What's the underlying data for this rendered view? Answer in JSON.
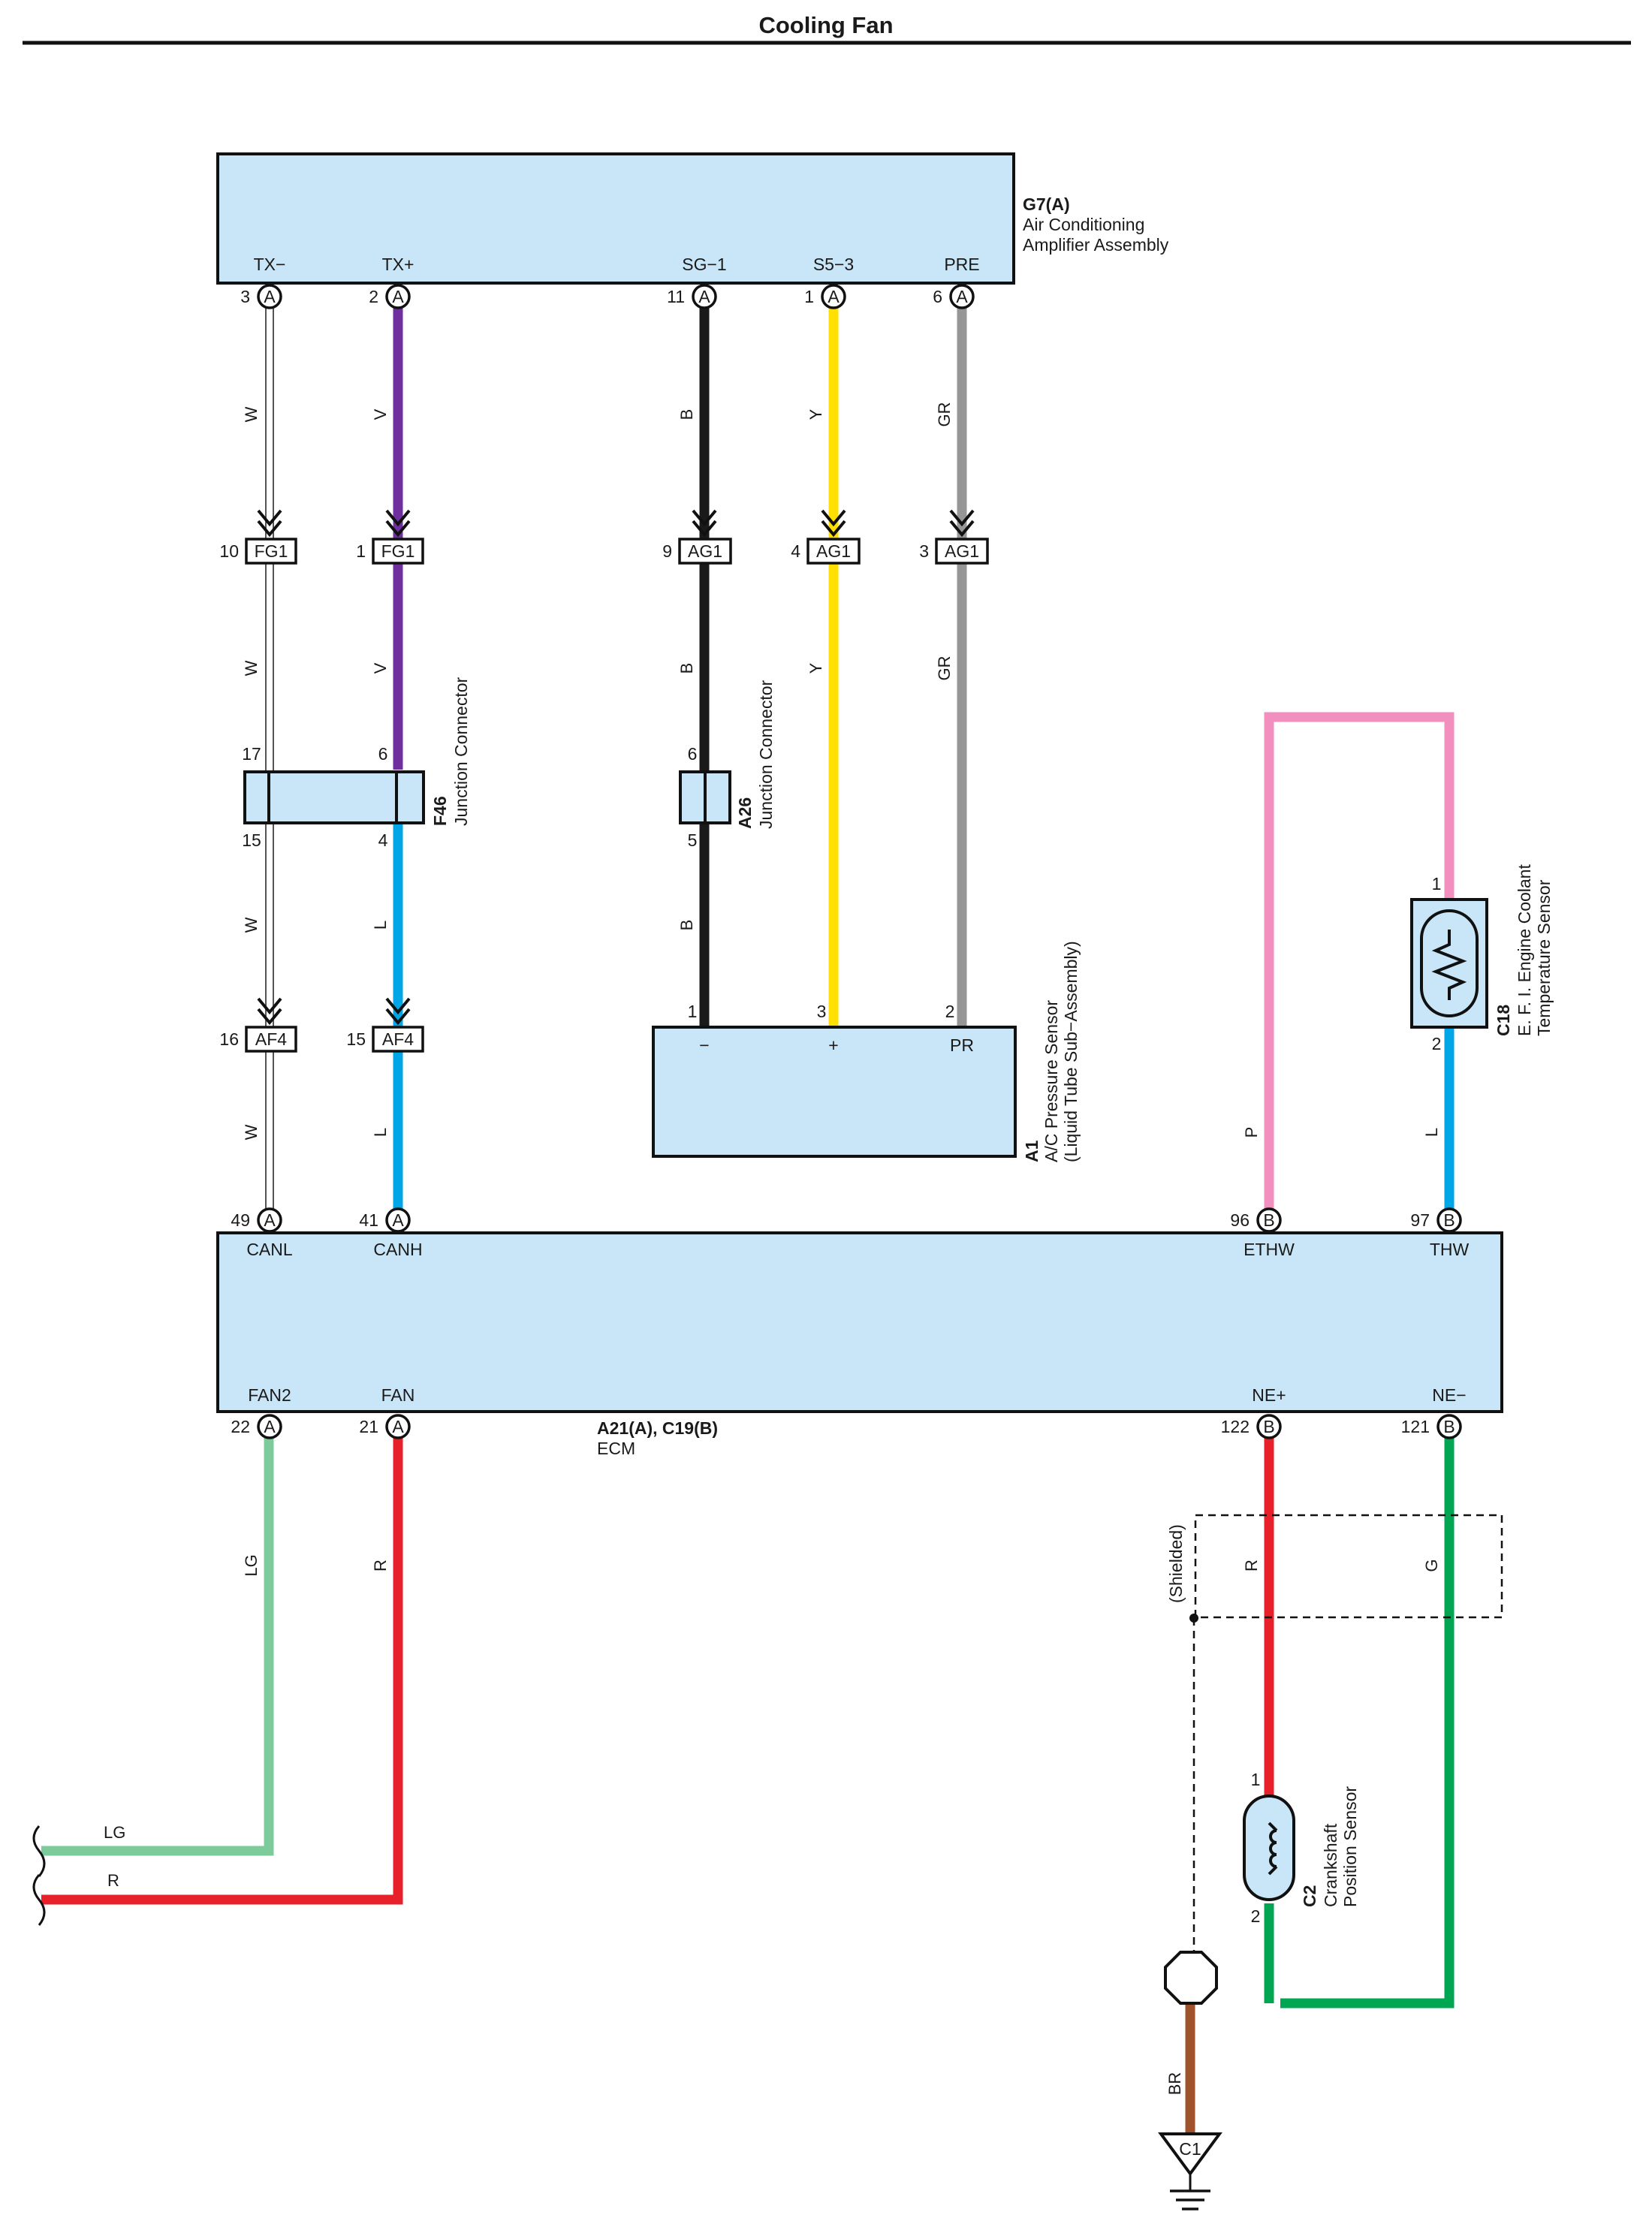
{
  "title": "Cooling Fan",
  "components": {
    "amplifier": {
      "code": "G7(A)",
      "name_line1": "Air Conditioning",
      "name_line2": "Amplifier Assembly",
      "terminals": [
        {
          "pin": "3",
          "tag": "A",
          "signal": "TX−"
        },
        {
          "pin": "2",
          "tag": "A",
          "signal": "TX+"
        },
        {
          "pin": "11",
          "tag": "A",
          "signal": "SG−1"
        },
        {
          "pin": "1",
          "tag": "A",
          "signal": "S5−3"
        },
        {
          "pin": "6",
          "tag": "A",
          "signal": "PRE"
        }
      ]
    },
    "fg1": {
      "label": "FG1",
      "pins": [
        "10",
        "1"
      ]
    },
    "ag1": {
      "label": "AG1",
      "pins": [
        "9",
        "4",
        "3"
      ]
    },
    "f46": {
      "code": "F46",
      "name": "Junction Connector",
      "pins_top": [
        "17",
        "6"
      ],
      "pins_bottom": [
        "15",
        "4"
      ]
    },
    "a26": {
      "code": "A26",
      "name": "Junction Connector",
      "pin_top": "6",
      "pin_bottom": "5"
    },
    "af4": {
      "label": "AF4",
      "pins": [
        "16",
        "15"
      ]
    },
    "a1": {
      "code": "A1",
      "name_line1": "A/C Pressure Sensor",
      "name_line2": "(Liquid Tube Sub−Assembly)",
      "terminals": [
        {
          "pin": "1",
          "signal": "−"
        },
        {
          "pin": "3",
          "signal": "+"
        },
        {
          "pin": "2",
          "signal": "PR"
        }
      ]
    },
    "c18": {
      "code": "C18",
      "name_line1": "E. F. I.  Engine Coolant",
      "name_line2": "Temperature Sensor",
      "pins": [
        "1",
        "2"
      ]
    },
    "ecm": {
      "code": "A21(A), C19(B)",
      "name": "ECM",
      "top_terminals": [
        {
          "pin": "49",
          "tag": "A",
          "signal": "CANL"
        },
        {
          "pin": "41",
          "tag": "A",
          "signal": "CANH"
        },
        {
          "pin": "96",
          "tag": "B",
          "signal": "ETHW"
        },
        {
          "pin": "97",
          "tag": "B",
          "signal": "THW"
        }
      ],
      "bottom_terminals": [
        {
          "pin": "22",
          "tag": "A",
          "signal": "FAN2"
        },
        {
          "pin": "21",
          "tag": "A",
          "signal": "FAN"
        },
        {
          "pin": "122",
          "tag": "B",
          "signal": "NE+"
        },
        {
          "pin": "121",
          "tag": "B",
          "signal": "NE−"
        }
      ]
    },
    "c2": {
      "code": "C2",
      "name_line1": "Crankshaft",
      "name_line2": "Position Sensor",
      "pins": [
        "1",
        "2"
      ]
    },
    "shield": {
      "label": "(Shielded)"
    },
    "ground": {
      "label": "C1"
    }
  },
  "wire_colors": {
    "W": "#ffffff",
    "V": "#6f2f9e",
    "B": "#1a1a1a",
    "Y": "#ffe000",
    "GR": "#969696",
    "L": "#00a6e6",
    "P": "#f28fbf",
    "LG": "#7dcb9b",
    "R": "#e8202a",
    "G": "#00a651",
    "BR": "#a0522d"
  },
  "wire_labels": {
    "w": "W",
    "v": "V",
    "b": "B",
    "y": "Y",
    "gr": "GR",
    "l": "L",
    "p": "P",
    "lg": "LG",
    "r": "R",
    "g": "G",
    "br": "BR"
  }
}
